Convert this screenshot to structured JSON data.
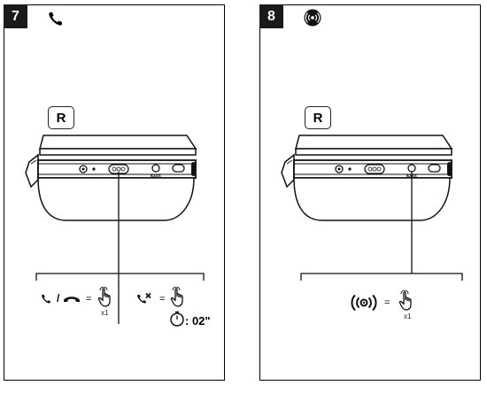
{
  "panels": [
    {
      "step": "7",
      "header_icon": "phone-icon",
      "side_label": "R",
      "bass_label": "BASS",
      "actions": [
        {
          "icons": [
            "answer-call-icon",
            "end-call-icon"
          ],
          "separator": "/",
          "equals": "=",
          "gesture": "single-tap",
          "count": "x1"
        },
        {
          "icons": [
            "reject-call-icon"
          ],
          "equals": "=",
          "gesture": "press-and-hold",
          "timer": ": 02\""
        }
      ]
    },
    {
      "step": "8",
      "header_icon": "ambient-mode-icon",
      "side_label": "R",
      "bass_label": "BASS",
      "actions": [
        {
          "icons": [
            "ambient-mode-icon"
          ],
          "equals": "=",
          "gesture": "single-tap",
          "count": "x1"
        }
      ]
    }
  ]
}
